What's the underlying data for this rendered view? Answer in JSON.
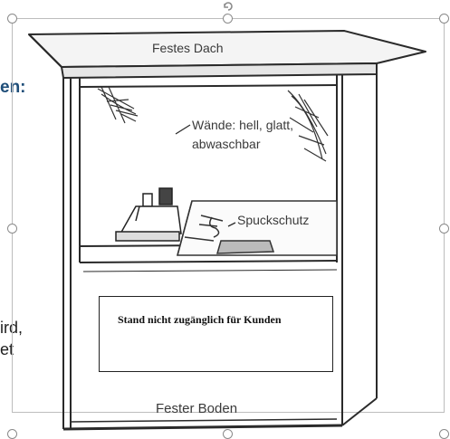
{
  "background_text": {
    "heading_fragment": "en:",
    "line1_fragment": "ird,",
    "line2_fragment": "et"
  },
  "illustration": {
    "roof_label": "Festes Dach",
    "walls_label_line1": "Wände: hell, glatt,",
    "walls_label_line2": "abwaschbar",
    "sneeze_guard_label": "Spuckschutz",
    "floor_label": "Fester Boden",
    "notice_text": "Stand nicht zugänglich für Kunden"
  },
  "colors": {
    "heading": "#1f4e79",
    "line_art": "#2a2a2a",
    "selection_frame": "#bdbdbd"
  }
}
